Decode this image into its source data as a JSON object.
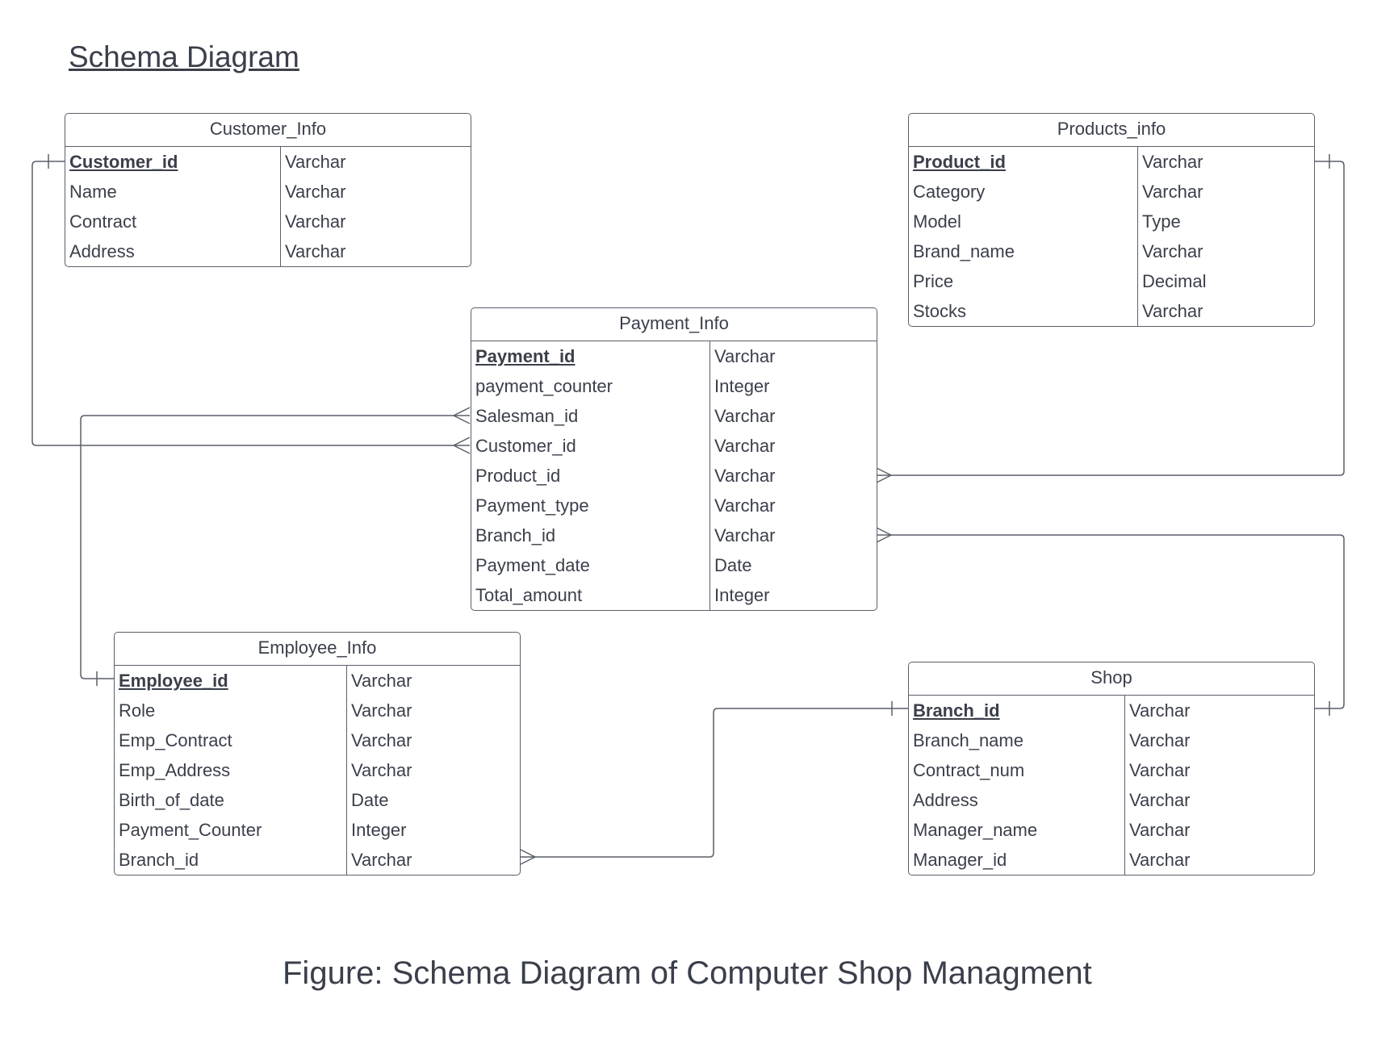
{
  "title": "Schema Diagram",
  "caption": "Figure: Schema Diagram of Computer Shop Managment",
  "colors": {
    "line": "#5a5f6a",
    "text": "#3a3f4a",
    "background": "#ffffff"
  },
  "entities": {
    "customer": {
      "name": "Customer_Info",
      "fields": [
        {
          "name": "Customer_id",
          "type": "Varchar",
          "pk": true
        },
        {
          "name": "Name",
          "type": "Varchar"
        },
        {
          "name": "Contract",
          "type": "Varchar"
        },
        {
          "name": "Address",
          "type": "Varchar"
        }
      ]
    },
    "products": {
      "name": "Products_info",
      "fields": [
        {
          "name": "Product_id",
          "type": "Varchar",
          "pk": true
        },
        {
          "name": "Category",
          "type": "Varchar"
        },
        {
          "name": "Model",
          "type": "Type"
        },
        {
          "name": "Brand_name",
          "type": "Varchar"
        },
        {
          "name": "Price",
          "type": "Decimal"
        },
        {
          "name": "Stocks",
          "type": "Varchar"
        }
      ]
    },
    "payment": {
      "name": "Payment_Info",
      "fields": [
        {
          "name": "Payment_id",
          "type": "Varchar",
          "pk": true
        },
        {
          "name": "payment_counter",
          "type": "Integer"
        },
        {
          "name": "Salesman_id",
          "type": "Varchar"
        },
        {
          "name": "Customer_id",
          "type": "Varchar"
        },
        {
          "name": "Product_id",
          "type": "Varchar"
        },
        {
          "name": "Payment_type",
          "type": "Varchar"
        },
        {
          "name": "Branch_id",
          "type": "Varchar"
        },
        {
          "name": "Payment_date",
          "type": "Date"
        },
        {
          "name": "Total_amount",
          "type": "Integer"
        }
      ]
    },
    "employee": {
      "name": "Employee_Info",
      "fields": [
        {
          "name": "Employee_id",
          "type": "Varchar",
          "pk": true
        },
        {
          "name": "Role",
          "type": "Varchar"
        },
        {
          "name": "Emp_Contract",
          "type": "Varchar"
        },
        {
          "name": "Emp_Address",
          "type": "Varchar"
        },
        {
          "name": "Birth_of_date",
          "type": "Date"
        },
        {
          "name": "Payment_Counter",
          "type": "Integer"
        },
        {
          "name": "Branch_id",
          "type": "Varchar"
        }
      ]
    },
    "shop": {
      "name": "Shop",
      "fields": [
        {
          "name": "Branch_id",
          "type": "Varchar",
          "pk": true
        },
        {
          "name": "Branch_name",
          "type": "Varchar"
        },
        {
          "name": "Contract_num",
          "type": "Varchar"
        },
        {
          "name": "Address",
          "type": "Varchar"
        },
        {
          "name": "Manager_name",
          "type": "Varchar"
        },
        {
          "name": "Manager_id",
          "type": "Varchar"
        }
      ]
    }
  },
  "relationships": [
    {
      "from": "Customer_Info.Customer_id",
      "to": "Payment_Info.Customer_id",
      "from_card": "one",
      "to_card": "many"
    },
    {
      "from": "Employee_Info.Employee_id",
      "to": "Payment_Info.Salesman_id",
      "from_card": "one",
      "to_card": "many"
    },
    {
      "from": "Products_info.Product_id",
      "to": "Payment_Info.Product_id",
      "from_card": "one",
      "to_card": "many"
    },
    {
      "from": "Shop.Branch_id",
      "to": "Payment_Info.Branch_id",
      "from_card": "one",
      "to_card": "many"
    },
    {
      "from": "Shop.Branch_id",
      "to": "Employee_Info.Branch_id",
      "from_card": "one",
      "to_card": "many"
    }
  ]
}
